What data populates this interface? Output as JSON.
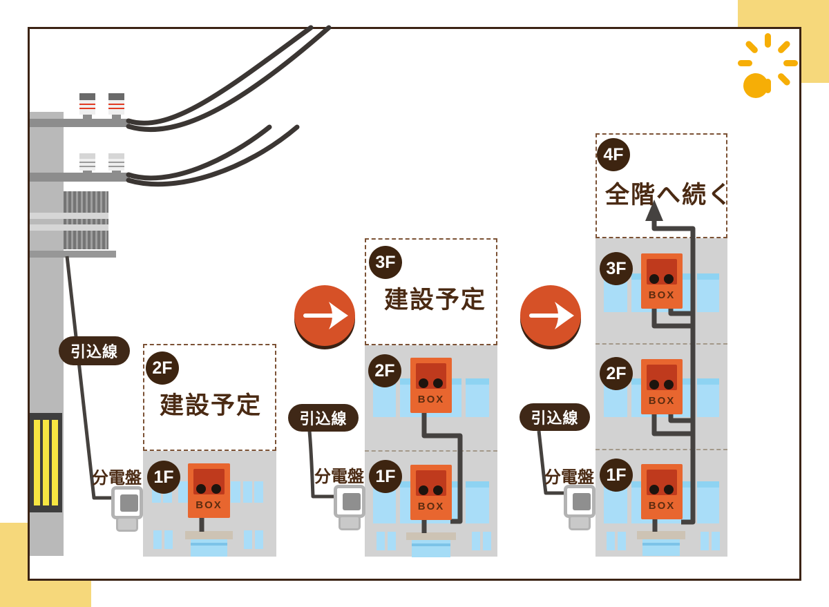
{
  "scene": {
    "description_icons": [
      "sun-icon",
      "utility-pole",
      "power-lines",
      "arrow-right-icon",
      "up-arrow-icon"
    ]
  },
  "stages": [
    {
      "planned": {
        "floor": "2F",
        "note": "建設予定"
      },
      "service_line": "引込線",
      "distribution_board": "分電盤",
      "floors": [
        {
          "name": "1F",
          "box": "BOX"
        }
      ]
    },
    {
      "planned": {
        "floor": "3F",
        "note": "建設予定"
      },
      "service_line": "引込線",
      "distribution_board": "分電盤",
      "floors": [
        {
          "name": "2F",
          "box": "BOX"
        },
        {
          "name": "1F",
          "box": "BOX"
        }
      ]
    },
    {
      "planned": {
        "floor": "4F",
        "note": "全階へ続く"
      },
      "service_line": "引込線",
      "distribution_board": "分電盤",
      "floors": [
        {
          "name": "3F",
          "box": "BOX"
        },
        {
          "name": "2F",
          "box": "BOX"
        },
        {
          "name": "1F",
          "box": "BOX"
        }
      ]
    }
  ],
  "colors": {
    "accent_orange": "#d65127",
    "box_orange": "#e8662f",
    "box_panel_red": "#bf3a1d",
    "badge_brown": "#3d2410",
    "text_brown": "#4a2a13",
    "building_gray": "#d2d2d2",
    "window_blue": "#a9ddf8",
    "sun_yellow": "#f6ae06",
    "corner_yellow": "#f6d87b",
    "cable_gray": "#454240",
    "stripe_yellow": "#f7e642"
  }
}
